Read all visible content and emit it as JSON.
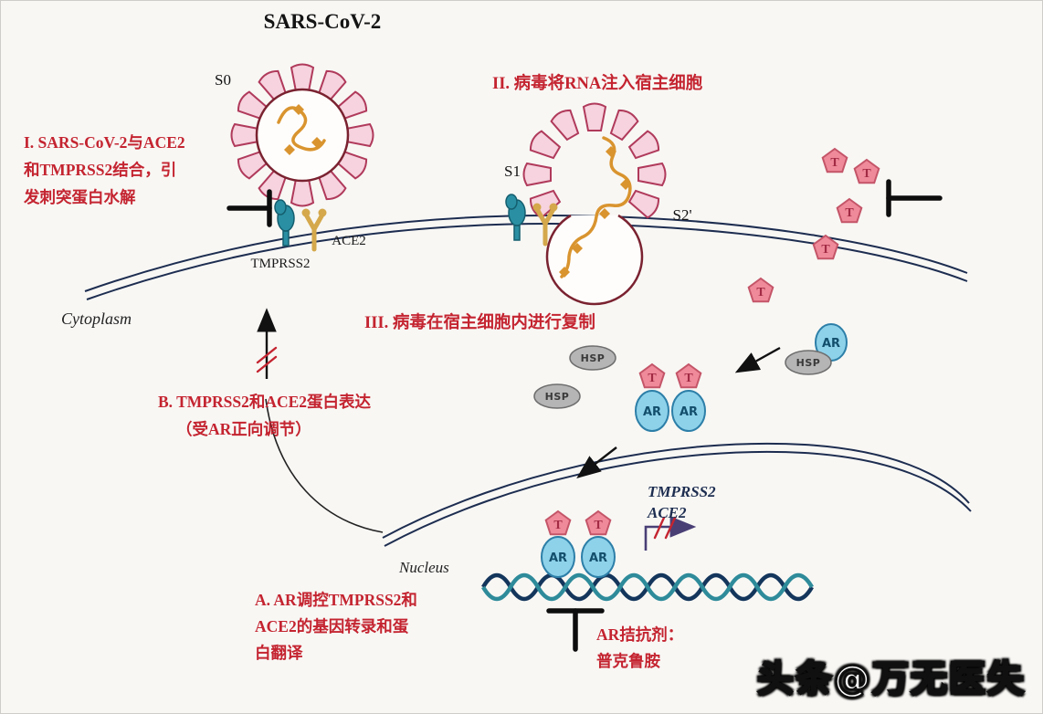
{
  "title": "SARS-CoV-2",
  "steps": {
    "one": [
      "I. SARS-CoV-2与ACE2",
      "和TMPRSS2结合，引",
      "发刺突蛋白水解"
    ],
    "two": "II. 病毒将RNA注入宿主细胞",
    "three": "III. 病毒在宿主细胞内进行复制"
  },
  "notes": {
    "b": [
      "B. TMPRSS2和ACE2蛋白表达",
      "（受AR正向调节）"
    ],
    "a": [
      "A.  AR调控TMPRSS2和",
      "ACE2的基因转录和蛋",
      "白翻译"
    ],
    "antagonist": [
      "AR拮抗剂：",
      "普克鲁胺"
    ]
  },
  "labels": {
    "s0": "S0",
    "s1": "S1",
    "s2prime": "S2'",
    "ace2": "ACE2",
    "tmprss2": "TMPRSS2",
    "cytoplasm": "Cytoplasm",
    "nucleus": "Nucleus",
    "hsp": "HSP",
    "ar": "AR",
    "t": "T",
    "gene_tmprss2": "TMPRSS2",
    "gene_ace2": "ACE2"
  },
  "watermark": "头条@万无医失",
  "colors": {
    "annotation_red": "#c42430",
    "membrane_navy": "#1d2d50",
    "spike_fill": "#f6d3de",
    "spike_outline": "#b03a5b",
    "rna_orange": "#d9942f",
    "receptor_teal": "#2a8fa3",
    "receptor_gold": "#d4a84b",
    "ar_blue": "#8ed2ea",
    "hsp_gray": "#b5b5b5",
    "t_pink": "#ef8a9a",
    "dna_navy": "#14365c",
    "dna_teal": "#2e8b9a"
  }
}
